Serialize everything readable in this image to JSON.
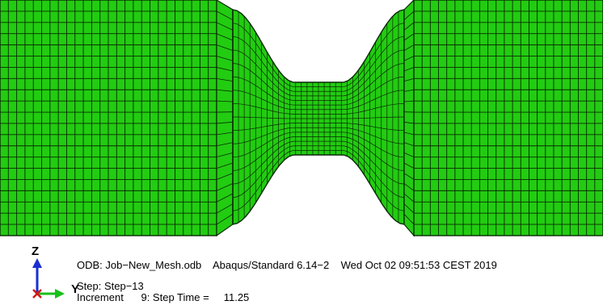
{
  "model": {
    "mesh_color": "#22cc11",
    "mesh_line_color": "#0b2a06"
  },
  "triad": {
    "z_label": "Z",
    "y_label": "Y",
    "z_color": "#1a2fd0",
    "y_color": "#18c018",
    "x_color": "#d01818"
  },
  "info": {
    "odb_line": "ODB: Job−New_Mesh.odb    Abaqus/Standard 6.14−2    Wed Oct 02 09:51:53 CEST 2019",
    "step_line": "Step: Step−13",
    "increment_line": "Increment      9: Step Time =     11.25"
  }
}
